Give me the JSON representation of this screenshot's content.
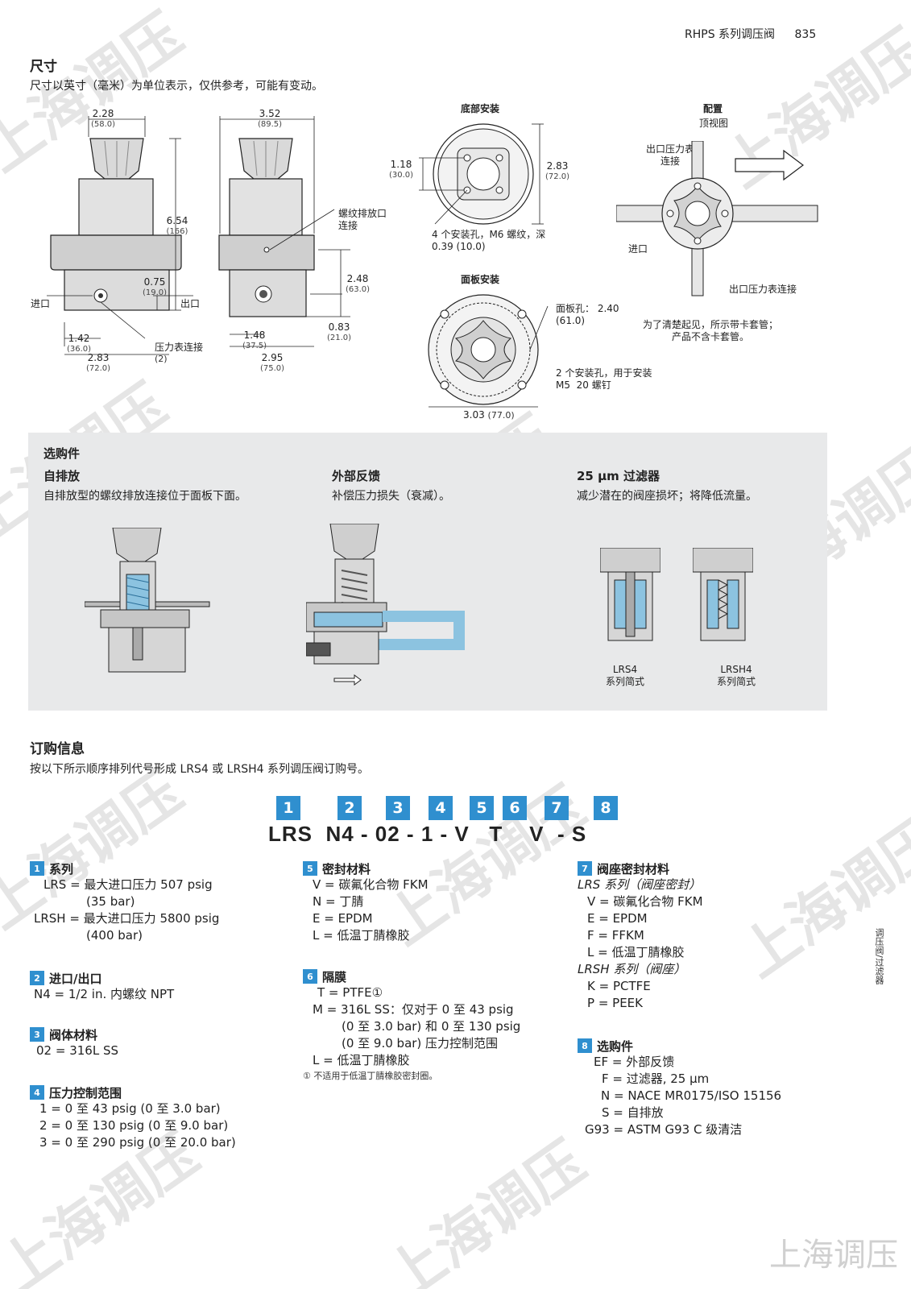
{
  "header": {
    "title": "RHPS  系列调压阀",
    "page": "835"
  },
  "dimensions": {
    "title": "尺寸",
    "subtitle": "尺寸以英寸（毫米）为单位表示，仅供参考，可能有变动。",
    "d1": {
      "in": "2.28",
      "mm": "(58.0)"
    },
    "d2": {
      "in": "3.52",
      "mm": "(89.5)"
    },
    "d3": {
      "in": "6.54",
      "mm": "(166)"
    },
    "d4": {
      "in": "0.75",
      "mm": "(19.0)"
    },
    "d5": {
      "in": "1.42",
      "mm": "(36.0)"
    },
    "d6": {
      "in": "2.83",
      "mm": "(72.0)"
    },
    "d7": {
      "in": "2.48",
      "mm": "(63.0)"
    },
    "d8": {
      "in": "0.83",
      "mm": "(21.0)"
    },
    "d9": {
      "in": "1.48",
      "mm": "(37.5)"
    },
    "d10": {
      "in": "2.95",
      "mm": "(75.0)"
    },
    "inlet": "进口",
    "outlet": "出口",
    "gauge": "压力表连接",
    "gauge_count": "(2)",
    "vent_label": "螺纹排放口\n连接",
    "bottom_mount": "底部安装",
    "bm_d1": {
      "in": "1.18",
      "mm": "(30.0)"
    },
    "bm_d2": {
      "in": "2.83",
      "mm": "(72.0)"
    },
    "bm_note": "4 个安装孔，M6 螺纹，深\n0.39 (10.0)",
    "panel_mount": "面板安装",
    "pm_hole": "面板孔： 2.40\n(61.0)",
    "pm_note": "2 个安装孔，用于安装\nM5  20 螺钉",
    "pm_width": "3.03",
    "pm_width_mm": "(77.0)",
    "config": "配置",
    "top_view": "顶视图",
    "outlet_gauge": "出口压力表\n连接",
    "cfg_inlet": "进口",
    "outlet_gauge2": "出口压力表连接",
    "cfg_note": "为了清楚起见，所示带卡套管；\n产品不含卡套管。"
  },
  "options": {
    "title": "选购件",
    "items": [
      {
        "title": "自排放",
        "desc": "自排放型的螺纹排放连接位于面板下面。"
      },
      {
        "title": "外部反馈",
        "desc": "补偿压力损失（衰减）。"
      },
      {
        "title": "25 μm 过滤器",
        "desc": "减少潜在的阀座损坏；将降低流量。"
      }
    ],
    "lrs4": "LRS4\n系列简式",
    "lrsh4": "LRSH4\n系列简式"
  },
  "ordering": {
    "title": "订购信息",
    "subtitle": "按以下所示顺序排列代号形成 LRS4 或 LRSH4 系列调压阀订购号。",
    "boxes": [
      "1",
      "2",
      "3",
      "4",
      "5",
      "6",
      "7",
      "8"
    ],
    "code": "LRS  N4 - 02 - 1 - V   T    V  - S",
    "sections": {
      "s1": {
        "num": "1",
        "title": "系列",
        "lines": [
          "LRS = 最大进口压力 507 psig",
          "(35 bar)",
          "LRSH = 最大进口压力 5800 psig",
          "(400 bar)"
        ]
      },
      "s2": {
        "num": "2",
        "title": "进口/出口",
        "lines": [
          "N4 = 1/2 in. 内螺纹 NPT"
        ]
      },
      "s3": {
        "num": "3",
        "title": "阀体材料",
        "lines": [
          "02 = 316L SS"
        ]
      },
      "s4": {
        "num": "4",
        "title": "压力控制范围",
        "lines": [
          "1 = 0 至 43 psig (0 至 3.0 bar)",
          "2 = 0 至 130 psig (0 至 9.0 bar)",
          "3 = 0 至 290 psig (0 至 20.0 bar)"
        ]
      },
      "s5": {
        "num": "5",
        "title": "密封材料",
        "lines": [
          "V = 碳氟化合物 FKM",
          "N = 丁腈",
          "E = EPDM",
          "L = 低温丁腈橡胶"
        ]
      },
      "s6": {
        "num": "6",
        "title": "隔膜",
        "lines": [
          "T = PTFE①",
          "M = 316L SS：仅对于 0 至 43 psig",
          "(0 至 3.0 bar) 和 0 至 130 psig",
          "(0 至 9.0 bar) 压力控制范围",
          "L = 低温丁腈橡胶"
        ],
        "footnote": "① 不适用于低温丁腈橡胶密封圈。"
      },
      "s7": {
        "num": "7",
        "title": "阀座密封材料",
        "lines": [
          "LRS 系列（阀座密封）",
          "V = 碳氟化合物 FKM",
          "E = EPDM",
          "F = FFKM",
          "L = 低温丁腈橡胶",
          "LRSH 系列（阀座）",
          "K = PCTFE",
          "P = PEEK"
        ]
      },
      "s8": {
        "num": "8",
        "title": "选购件",
        "lines": [
          "EF = 外部反馈",
          "F = 过滤器, 25 μm",
          "N = NACE MR0175/ISO 15156",
          "S = 自排放",
          "G93 = ASTM G93 C 级清洁"
        ]
      }
    }
  },
  "side_tab": "调压阀/过滤器",
  "watermark": "上海调压"
}
